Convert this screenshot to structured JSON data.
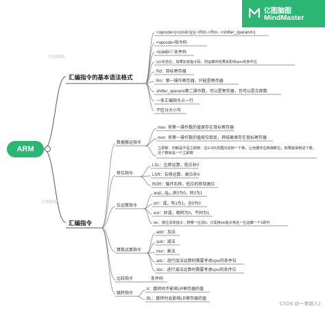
{
  "brand": {
    "cn": "亿图脑图",
    "en": "MindMaster"
  },
  "root": {
    "label": "ARM"
  },
  "branch1": {
    "title": "汇编指令的基本语法格式",
    "items": [
      "<opcode>{<cond>}{s} <Rd>,<Rn>, <shifter_operand>}",
      "<opcode>指令码",
      "<cond>：条件码",
      "{s}:状态位，加果加该指令码，则运算的结果会影响cpsr的条件位",
      "Rd：目标寄存器",
      "Rn：第一操作寄存器，只能是寄存器",
      "shifter_operand第二操作数，可以是寄存器，也可以是立即数",
      "一条汇编指令占一行",
      "不区分大小写"
    ]
  },
  "branch2": {
    "title": "汇编指令",
    "groups": [
      {
        "name": "数据搬运指令",
        "items": [
          {
            "name": "mov",
            "desc": "将第一操作数的值保存在目标寄存器"
          },
          {
            "name": "mvn",
            "desc": "将第一操作数的值按位取反，将结果保存在目标寄存器"
          },
          {
            "name": "",
            "desc": "立即数：判断是不是立即数：在0-255范围内找到一个数，让他循环右移偶数位，如果能得到这个数，这个数就是一个立即数"
          }
        ]
      },
      {
        "name": "移位指令",
        "items": [
          {
            "name": "",
            "desc": "LSL：左移运算，低位补0"
          },
          {
            "name": "",
            "desc": "LSR：右移运算，高位补0"
          },
          {
            "name": "",
            "desc": "ROR：循环右移，低位的移到高位"
          }
        ]
      },
      {
        "name": "位运算指令",
        "items": [
          {
            "name": "",
            "desc": "and：与，有0为0，同1为1"
          },
          {
            "name": "",
            "desc": "orr：或，有1为1，全0为0"
          },
          {
            "name": "",
            "desc": "eor：异或，相同为0，不同为1"
          },
          {
            "name": "",
            "desc": "bic：按位清零指令，想哪一位清0，只需用bic指令将这一位运算一个1即可"
          }
        ]
      },
      {
        "name": "算数运算指令",
        "items": [
          {
            "name": "",
            "desc": "add：加法"
          },
          {
            "name": "",
            "desc": "sub：减法"
          },
          {
            "name": "",
            "desc": "mul：乘法"
          },
          {
            "name": "",
            "desc": "adc：进行加法运算时需要考虑cpsr的条件位"
          },
          {
            "name": "",
            "desc": "sbc：进行减法运算时需要考虑cpsr的条件位"
          }
        ]
      },
      {
        "name": "比较指令",
        "items": [
          {
            "name": "",
            "desc": "条件码"
          }
        ]
      },
      {
        "name": "跳转指令",
        "items": [
          {
            "name": "",
            "desc": "b：跳转时不影响LR寄存器的值"
          },
          {
            "name": "",
            "desc": "BL：跳转时会影响LR寄存器的值"
          }
        ]
      }
    ]
  },
  "watermark": "亿图脑图",
  "footer": "CSDN @一拳超人z",
  "colors": {
    "accent": "#2bb673",
    "line": "#555555"
  }
}
